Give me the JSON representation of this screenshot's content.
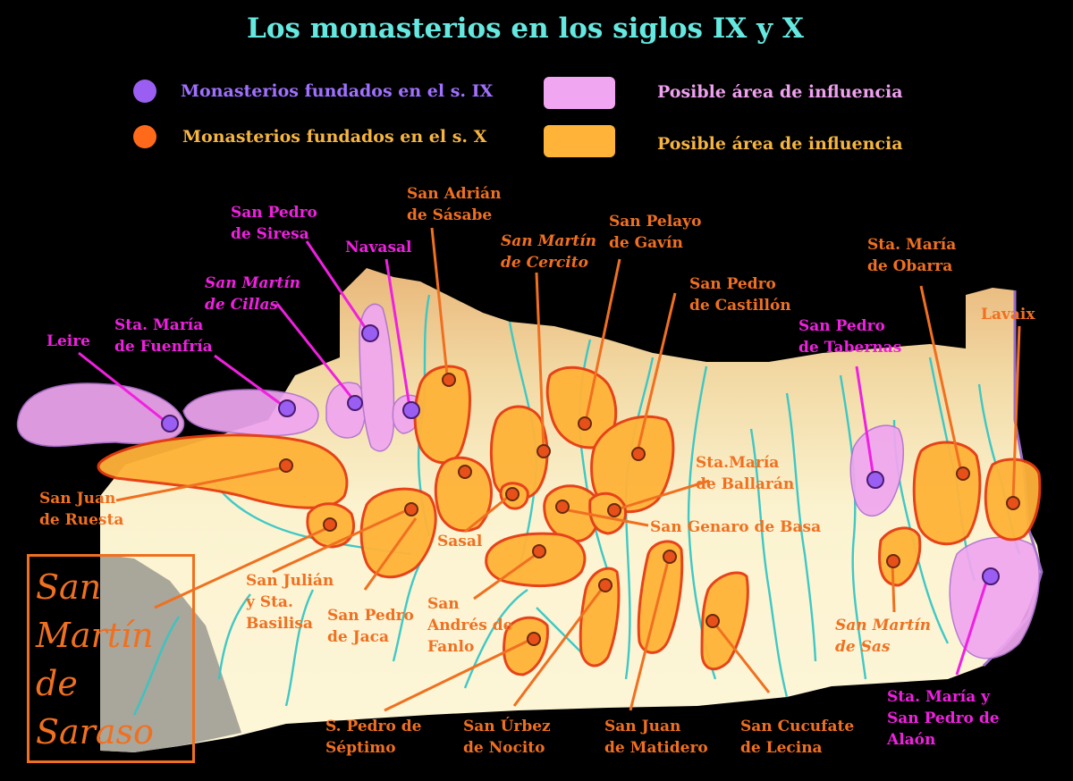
{
  "title": "Los monasterios en los siglos IX y X",
  "colors": {
    "ix_dot": "#9a5ff2",
    "x_dot": "#ff6a1a",
    "ix_area": "#f0a6f0",
    "x_area": "#ffb338",
    "ix_text": "#a070ff",
    "x_text": "#f5b540",
    "ix_area_text": "#f0a0f0",
    "label_ix": "#f020e0",
    "label_x": "#f07020",
    "rivers": "#35c6c6",
    "title": "#64e8e0"
  },
  "legend": {
    "ix_monasteries": "Monasterios fundados en el s. IX",
    "x_monasteries": "Monasterios fundados en el s. X",
    "ix_area": "Posible área de influencia",
    "x_area": "Posible área de influencia"
  },
  "labels": {
    "leire": "Leire",
    "fuenfria": "Sta. María\nde Fuenfría",
    "cillas": "San Martín\nde Cillas",
    "siresa": "San Pedro\nde Siresa",
    "navasal": "Navasal",
    "sasabe": "San Adrián\nde Sásabe",
    "cercito": "San Martín\nde Cercito",
    "gavin": "San Pelayo\nde Gavín",
    "castillon": "San Pedro\nde Castillón",
    "ballaran": "Sta.María\nde Ballarán",
    "basa": "San Genaro de Basa",
    "tabernas": "San Pedro\nde Tabernas",
    "obarra": "Sta. María\nde Obarra",
    "lavaix": "Lavaix",
    "ruesta": "San Juan\nde Ruesta",
    "julian": "San Julián\ny Sta.\nBasilisa",
    "jaca": "San Pedro\nde Jaca",
    "sasal": "Sasal",
    "fanlo": "San\nAndrés de\nFanlo",
    "septimo": "S. Pedro de\nSéptimo",
    "nocito": "San Úrbez\nde Nocito",
    "matidero": "San Juan\nde Matidero",
    "lecina": "San Cucufate\nde Lecina",
    "sas": "San Martín\nde Sas",
    "alaon": "Sta. María y\nSan Pedro de\nAlaón",
    "saraso": "San\nMartín\nde\nSaraso"
  }
}
